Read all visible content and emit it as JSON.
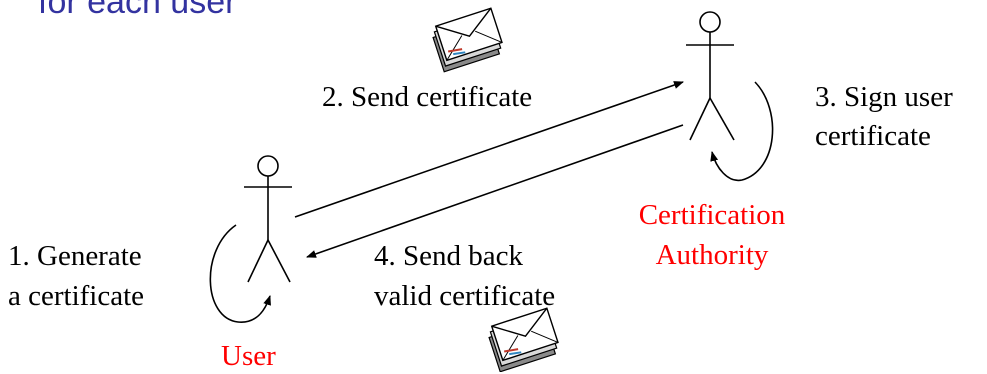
{
  "heading_fragment": "for each user",
  "colors": {
    "line": "#000000",
    "role": "#ff0000",
    "heading": "#3333a0"
  },
  "steps": {
    "step1": [
      "1. Generate",
      "a certificate"
    ],
    "step2": [
      "2. Send certificate"
    ],
    "step3": [
      "3. Sign user",
      "certificate"
    ],
    "step4": [
      "4. Send back",
      "valid certificate"
    ]
  },
  "roles": {
    "user": "User",
    "ca": [
      "Certification",
      "Authority"
    ]
  },
  "icons": [
    "envelope-stack-icon",
    "envelope-stack-icon"
  ]
}
